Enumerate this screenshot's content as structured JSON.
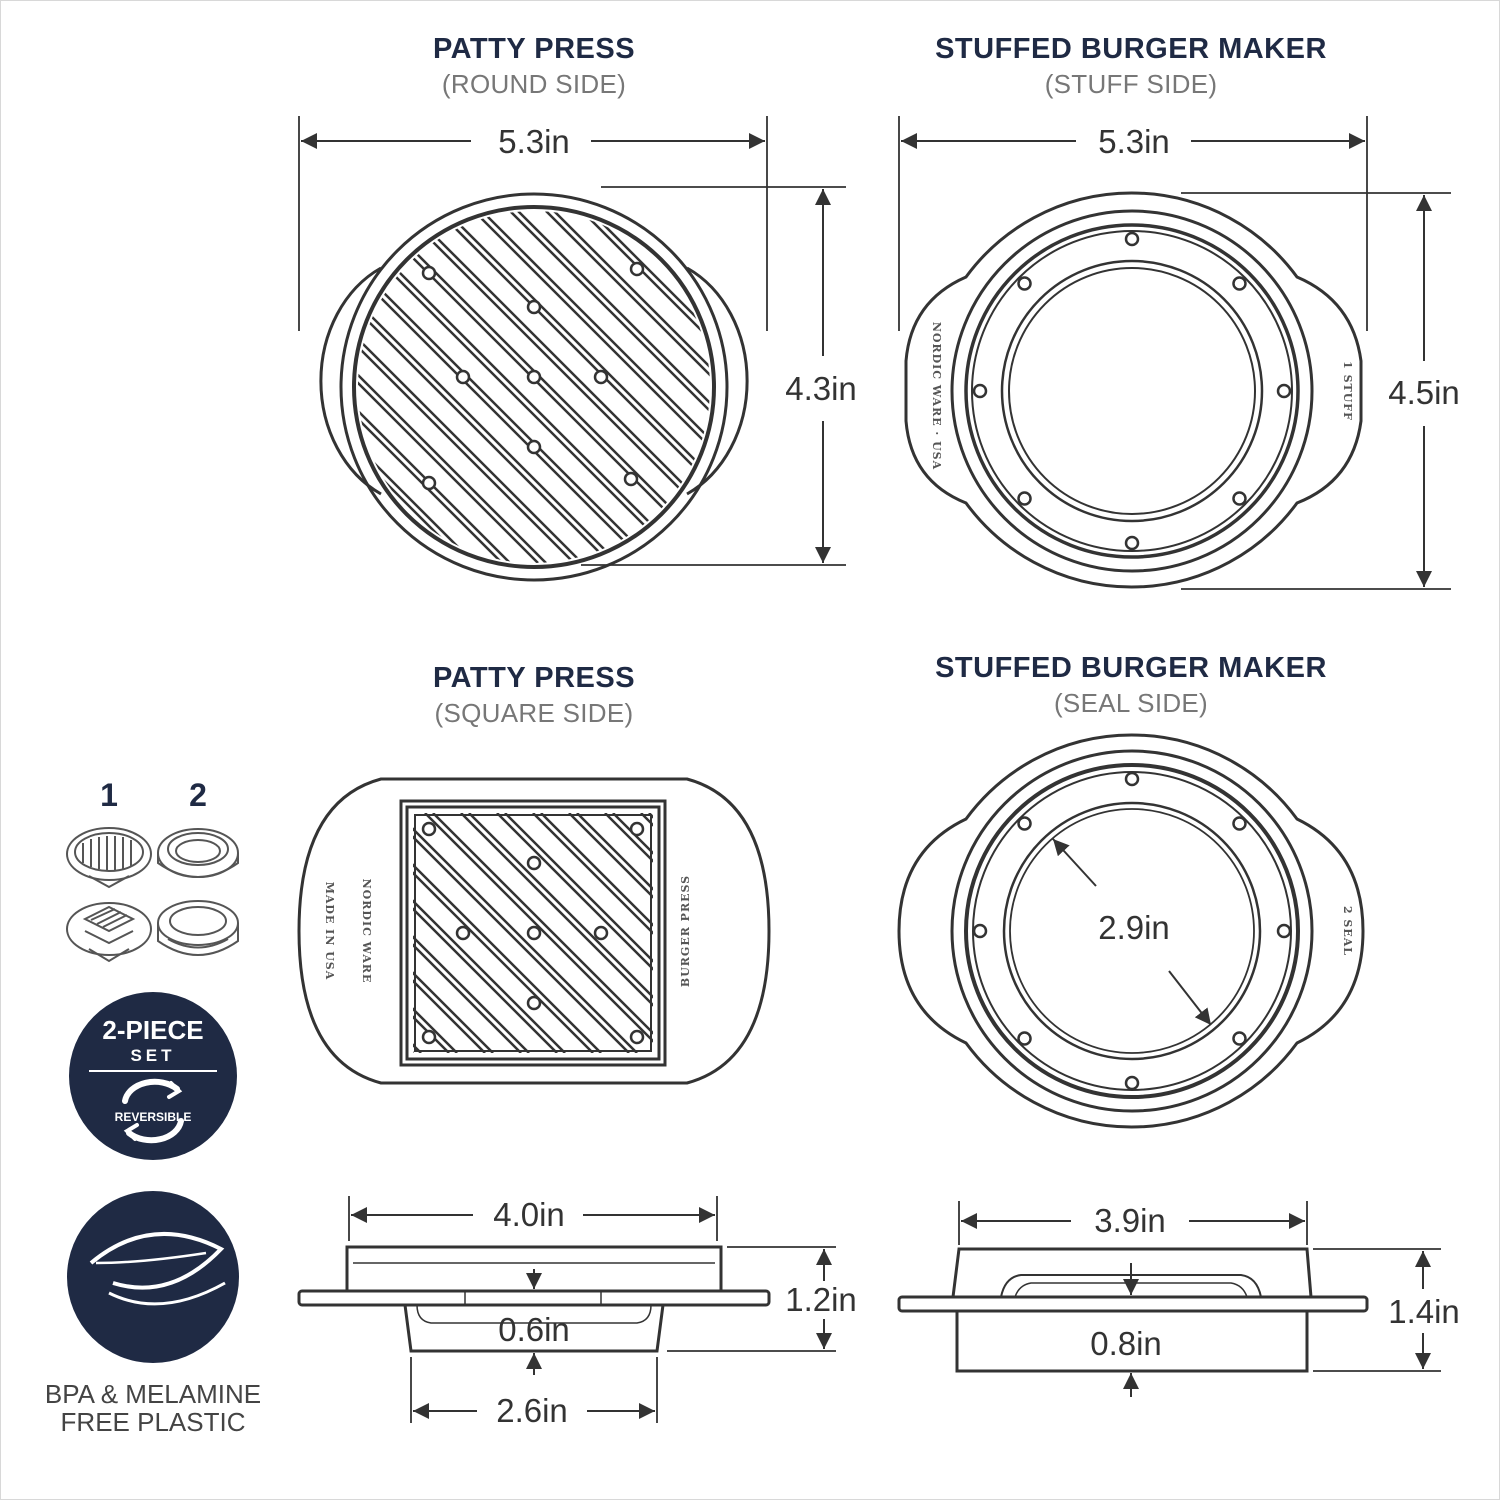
{
  "panels": {
    "round": {
      "title": "PATTY PRESS",
      "subtitle": "(ROUND SIDE)",
      "width": "5.3in",
      "height": "4.3in"
    },
    "stuff": {
      "title": "STUFFED BURGER MAKER",
      "subtitle": "(STUFF SIDE)",
      "width": "5.3in",
      "height": "4.5in",
      "side_mark": "1 STUFF"
    },
    "square": {
      "title": "PATTY PRESS",
      "subtitle": "(SQUARE SIDE)",
      "left_mark": "MADE IN USA",
      "right_mark": "BURGER PRESS"
    },
    "seal": {
      "title": "STUFFED BURGER MAKER",
      "subtitle": "(SEAL SIDE)",
      "diameter": "2.9in",
      "side_mark": "2 SEAL"
    }
  },
  "profiles": {
    "press": {
      "top_width": "4.0in",
      "height": "1.2in",
      "depth": "0.6in",
      "bottom_width": "2.6in"
    },
    "maker": {
      "top_width": "3.9in",
      "height": "1.4in",
      "depth": "0.8in"
    }
  },
  "sidebar": {
    "piece_labels": [
      "1",
      "2"
    ],
    "badge": {
      "line1": "2-PIECE",
      "line2": "SET",
      "line3": "REVERSIBLE",
      "color": "#1f2a44"
    },
    "bpa": {
      "line1": "BPA & MELAMINE",
      "line2": "FREE PLASTIC",
      "color": "#1f2a44"
    }
  }
}
